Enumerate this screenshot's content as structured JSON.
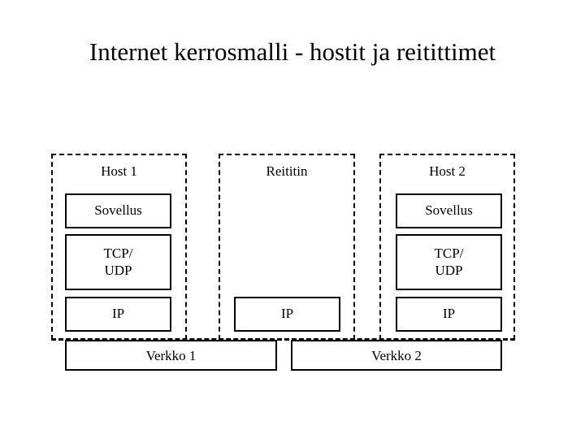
{
  "slide": {
    "title": "Internet kerrosmalli - hostit ja reitittimet",
    "background_color": "#ffffff",
    "line_color": "#000000"
  },
  "diagram": {
    "type": "layered-network-stack",
    "panels": [
      {
        "id": "host1",
        "label": "Host 1",
        "border_style": "dashed",
        "layers": [
          {
            "id": "h1-app",
            "label": "Sovellus"
          },
          {
            "id": "h1-tcp",
            "label": "TCP/\nUDP"
          },
          {
            "id": "h1-ip",
            "label": "IP"
          }
        ]
      },
      {
        "id": "router",
        "label": "Reititin",
        "border_style": "dashed",
        "layers": [
          {
            "id": "r-ip",
            "label": "IP"
          }
        ]
      },
      {
        "id": "host2",
        "label": "Host 2",
        "border_style": "dashed",
        "layers": [
          {
            "id": "h2-app",
            "label": "Sovellus"
          },
          {
            "id": "h2-tcp",
            "label": "TCP/\nUDP"
          },
          {
            "id": "h2-ip",
            "label": "IP"
          }
        ]
      }
    ],
    "networks": [
      {
        "id": "net-1",
        "label": "Verkko 1"
      },
      {
        "id": "net-2",
        "label": "Verkko 2"
      }
    ]
  }
}
